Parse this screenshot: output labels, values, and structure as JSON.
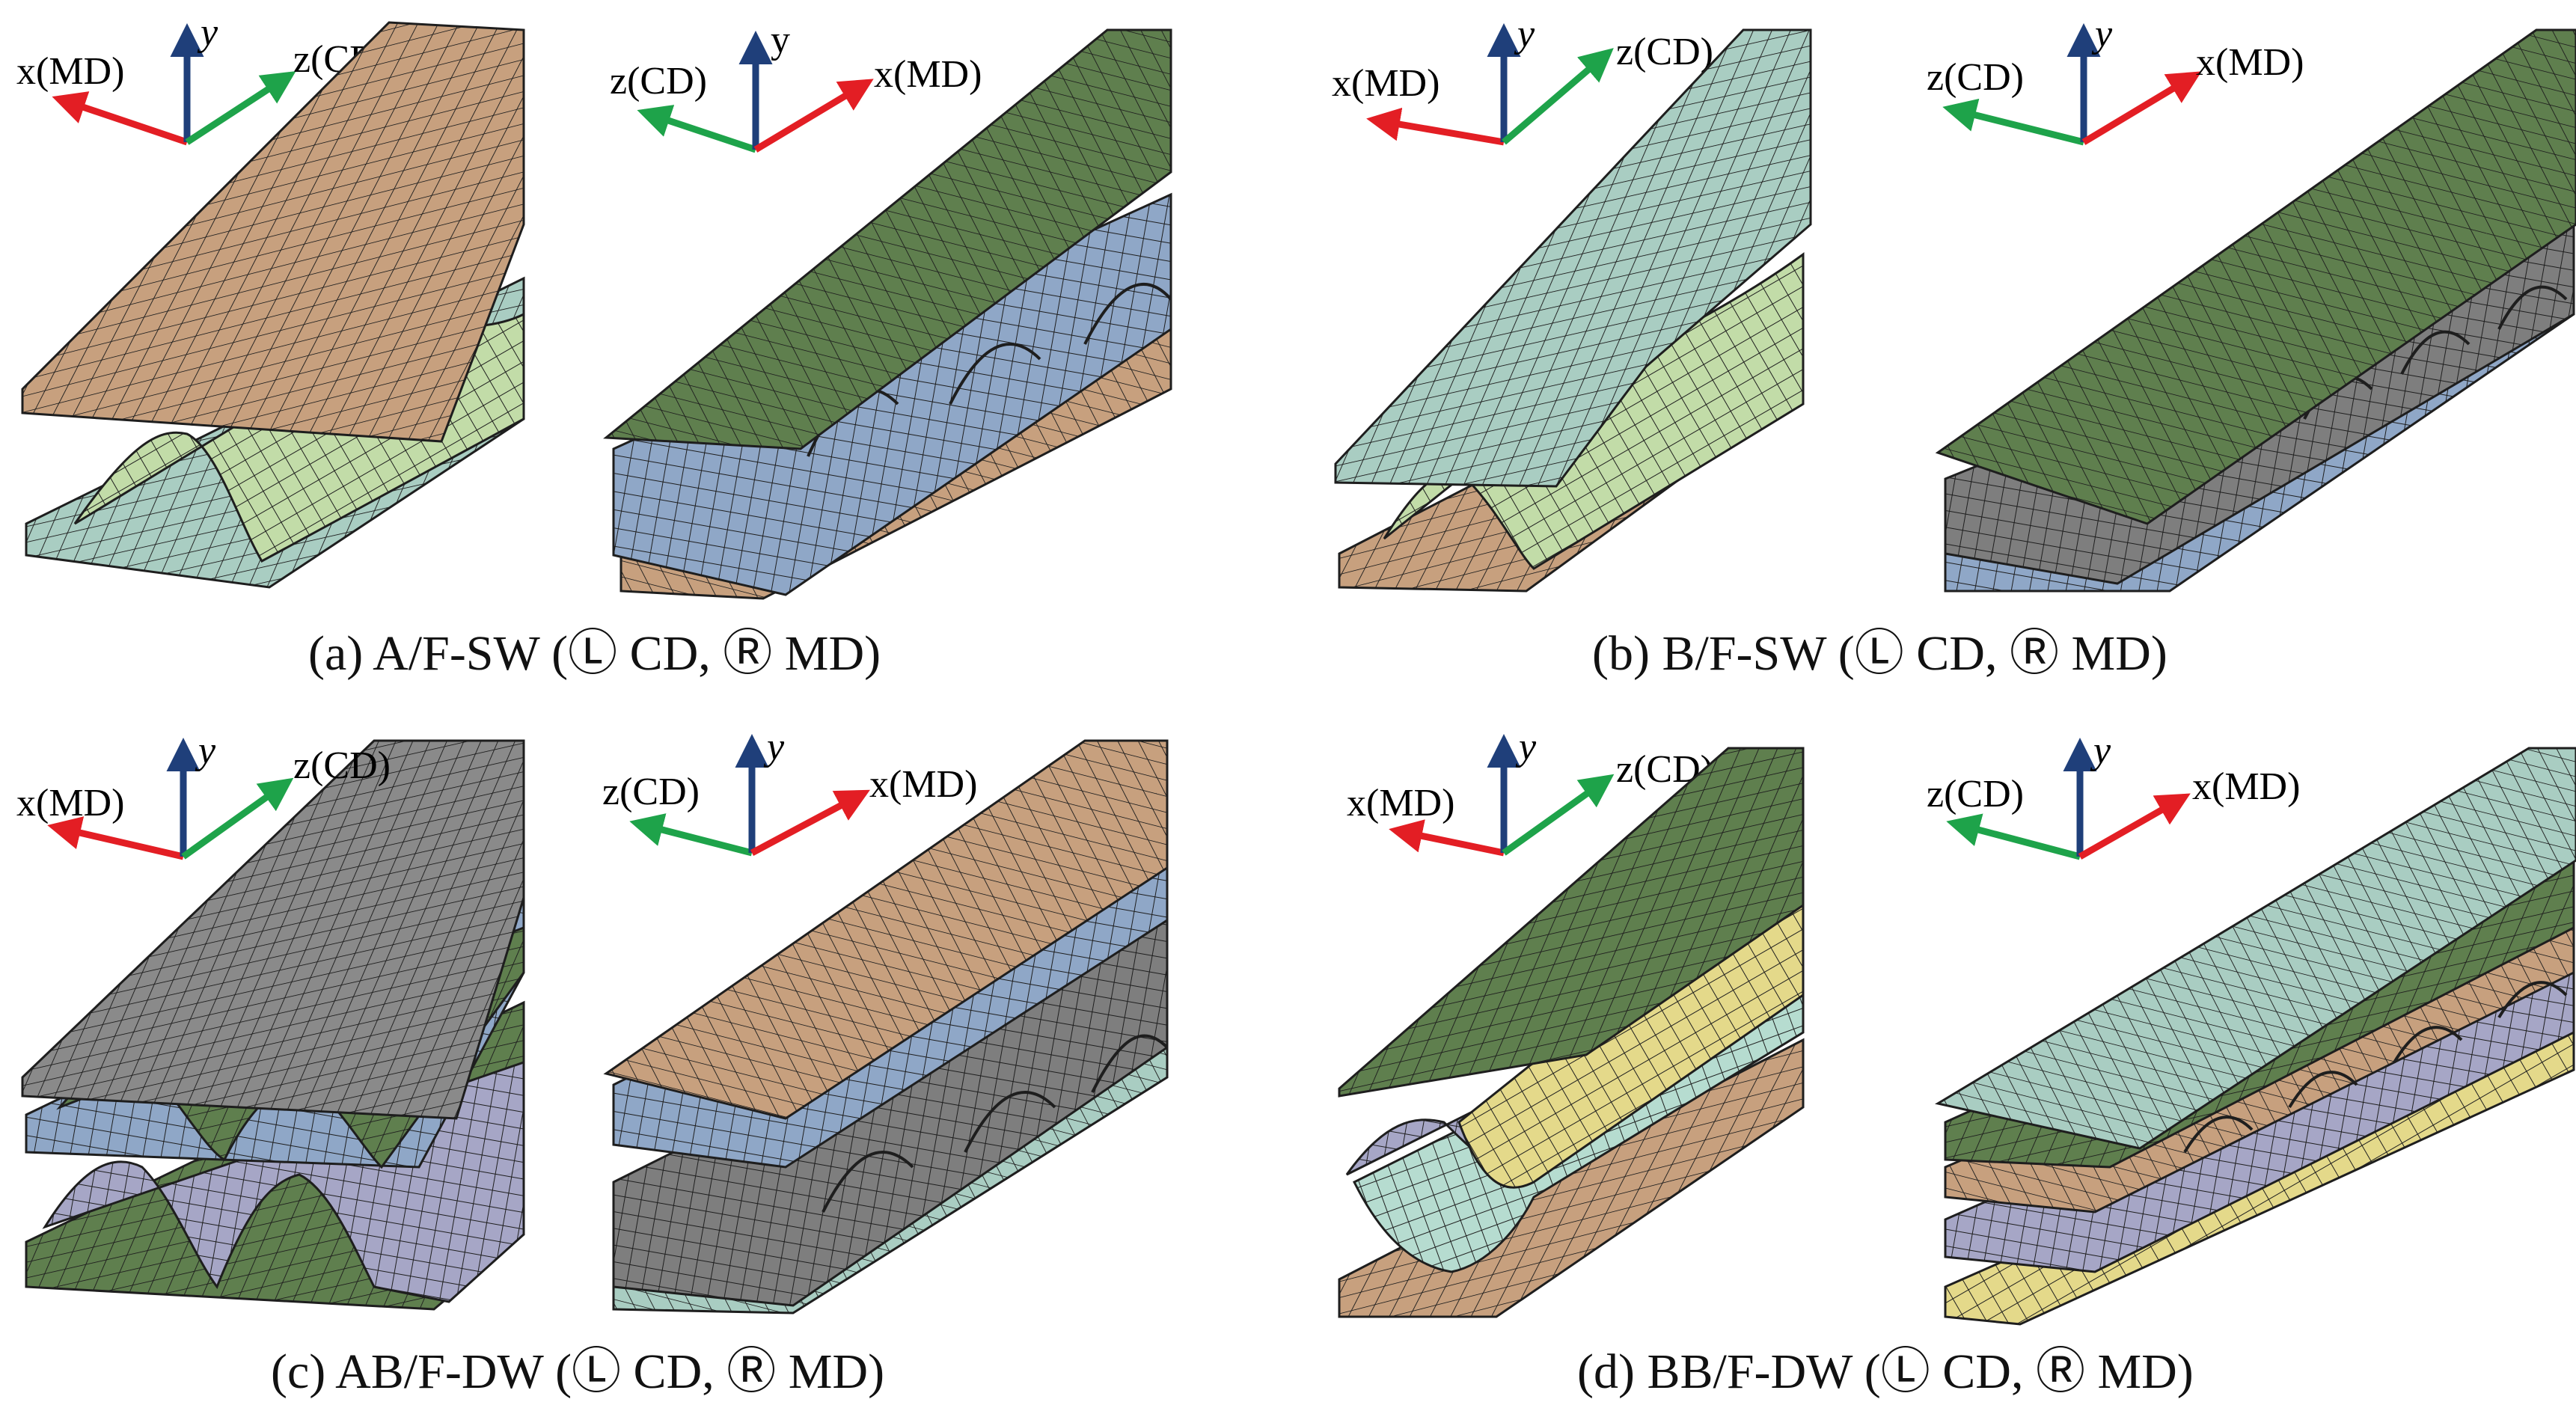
{
  "colors": {
    "x_axis": "#e31e24",
    "y_axis": "#1f3f7a",
    "z_axis": "#1ea34a",
    "mesh_line": "#1e1e1e",
    "brown": "#c7a07e",
    "green_dark": "#5f7f4e",
    "green_light": "#c2dca8",
    "blue_gray": "#8fa7c7",
    "teal_light": "#a9cdc2",
    "gray": "#8a8a8a",
    "yellow": "#e4d98a",
    "lavender": "#a6a6c6",
    "mint": "#b6dcd0"
  },
  "axis_labels": {
    "x": "x(MD)",
    "y": "y",
    "z": "z(CD)"
  },
  "panels": {
    "a": {
      "caption": "(a) A/F-SW (Ⓛ CD, Ⓡ MD)"
    },
    "b": {
      "caption": "(b) B/F-SW (Ⓛ CD, Ⓡ MD)"
    },
    "c": {
      "caption": "(c) AB/F-DW (Ⓛ CD, Ⓡ MD)"
    },
    "d": {
      "caption": "(d) BB/F-DW (Ⓛ CD, Ⓡ MD)"
    }
  }
}
